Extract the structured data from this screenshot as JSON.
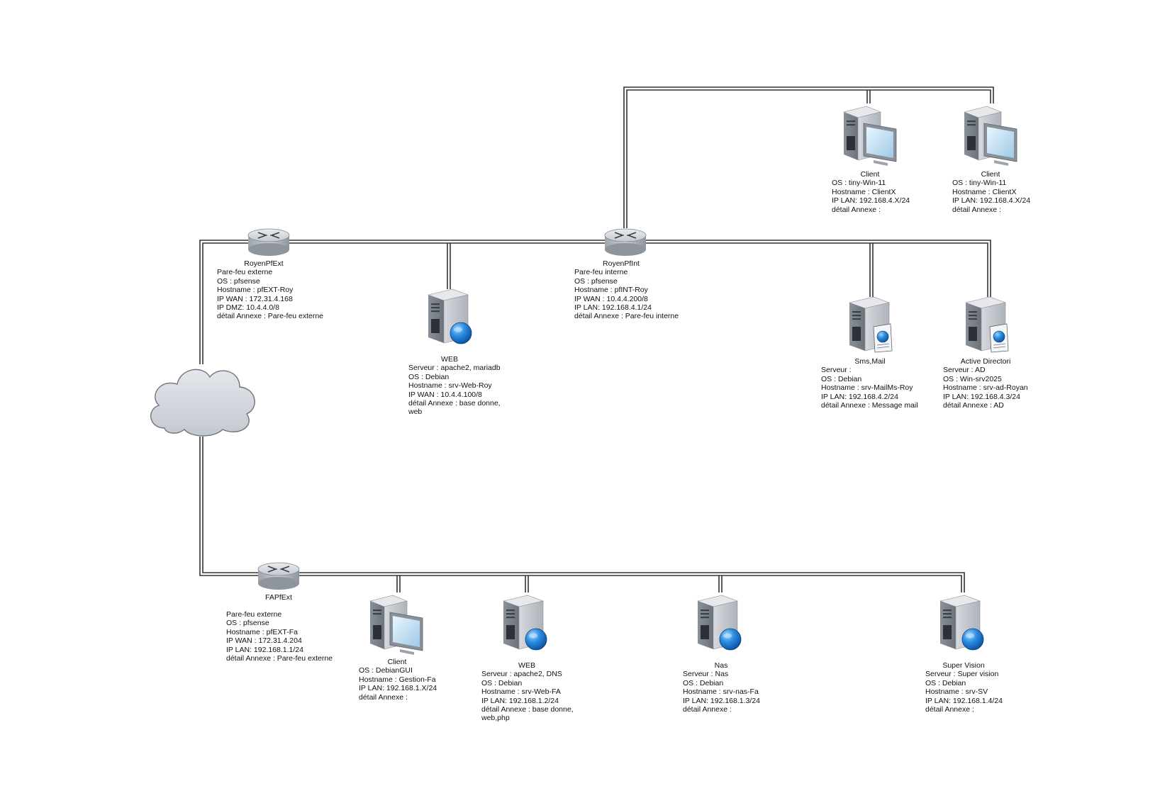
{
  "nodes": {
    "royen_pf_ext": {
      "title": "RoyenPfExt",
      "lines": [
        "Pare-feu externe",
        "OS : pfsense",
        "Hostname : pfEXT-Roy",
        "IP WAN : 172.31.4.168",
        "IP DMZ: 10.4.4.0/8",
        "détail Annexe : Pare-feu externe"
      ]
    },
    "royen_pf_int": {
      "title": "RoyenPfInt",
      "lines": [
        "Pare-feu interne",
        "OS : pfsense",
        "Hostname : pfINT-Roy",
        "IP WAN : 10.4.4.200/8",
        "IP LAN: 192.168.4.1/24",
        "détail Annexe : Pare-feu interne"
      ]
    },
    "web_roy": {
      "title": "WEB",
      "lines": [
        "Serveur : apache2, mariadb",
        "OS : Debian",
        "Hostname : srv-Web-Roy",
        "IP WAN : 10.4.4.100/8",
        "détail Annexe : base donne,",
        "web"
      ]
    },
    "client_roy_1": {
      "title": "Client",
      "lines": [
        "OS : tiny-Win-11",
        "Hostname : ClientX",
        "IP LAN: 192.168.4.X/24",
        "détail Annexe :"
      ]
    },
    "client_roy_2": {
      "title": "Client",
      "lines": [
        "OS : tiny-Win-11",
        "Hostname : ClientX",
        "IP LAN: 192.168.4.X/24",
        "détail Annexe :"
      ]
    },
    "sms_mail": {
      "title": "Sms,Mail",
      "lines": [
        "Serveur :",
        "OS : Debian",
        "Hostname : srv-MailMs-Roy",
        "IP LAN: 192.168.4.2/24",
        "détail Annexe : Message mail"
      ]
    },
    "active_directory": {
      "title": "Active Directori",
      "lines": [
        "Serveur : AD",
        "OS : Win-srv2025",
        "Hostname : srv-ad-Royan",
        "IP LAN: 192.168.4.3/24",
        "détail Annexe : AD"
      ]
    },
    "fa_pf_ext": {
      "title": "FAPfExt",
      "lines": [
        "Pare-feu externe",
        "OS : pfsense",
        "Hostname : pfEXT-Fa",
        "IP WAN : 172.31.4.204",
        "IP LAN: 192.168.1.1/24",
        "détail Annexe : Pare-feu externe"
      ]
    },
    "client_fa": {
      "title": "Client",
      "lines": [
        "OS : DebianGUI",
        "Hostname : Gestion-Fa",
        "IP LAN: 192.168.1.X/24",
        "détail Annexe :"
      ]
    },
    "web_fa": {
      "title": "WEB",
      "lines": [
        "Serveur : apache2, DNS",
        "OS : Debian",
        "Hostname : srv-Web-FA",
        "IP LAN: 192.168.1.2/24",
        "détail Annexe : base donne,",
        "web,php"
      ]
    },
    "nas_fa": {
      "title": "Nas",
      "lines": [
        "Serveur : Nas",
        "OS : Debian",
        "Hostname : srv-nas-Fa",
        "IP LAN: 192.168.1.3/24",
        "détail Annexe :"
      ]
    },
    "supervision_fa": {
      "title": "Super Vision",
      "lines": [
        "Serveur : Super vision",
        "OS : Debian",
        "Hostname : srv-SV",
        "IP LAN: 192.168.1.4/24",
        "détail Annexe :"
      ]
    }
  }
}
